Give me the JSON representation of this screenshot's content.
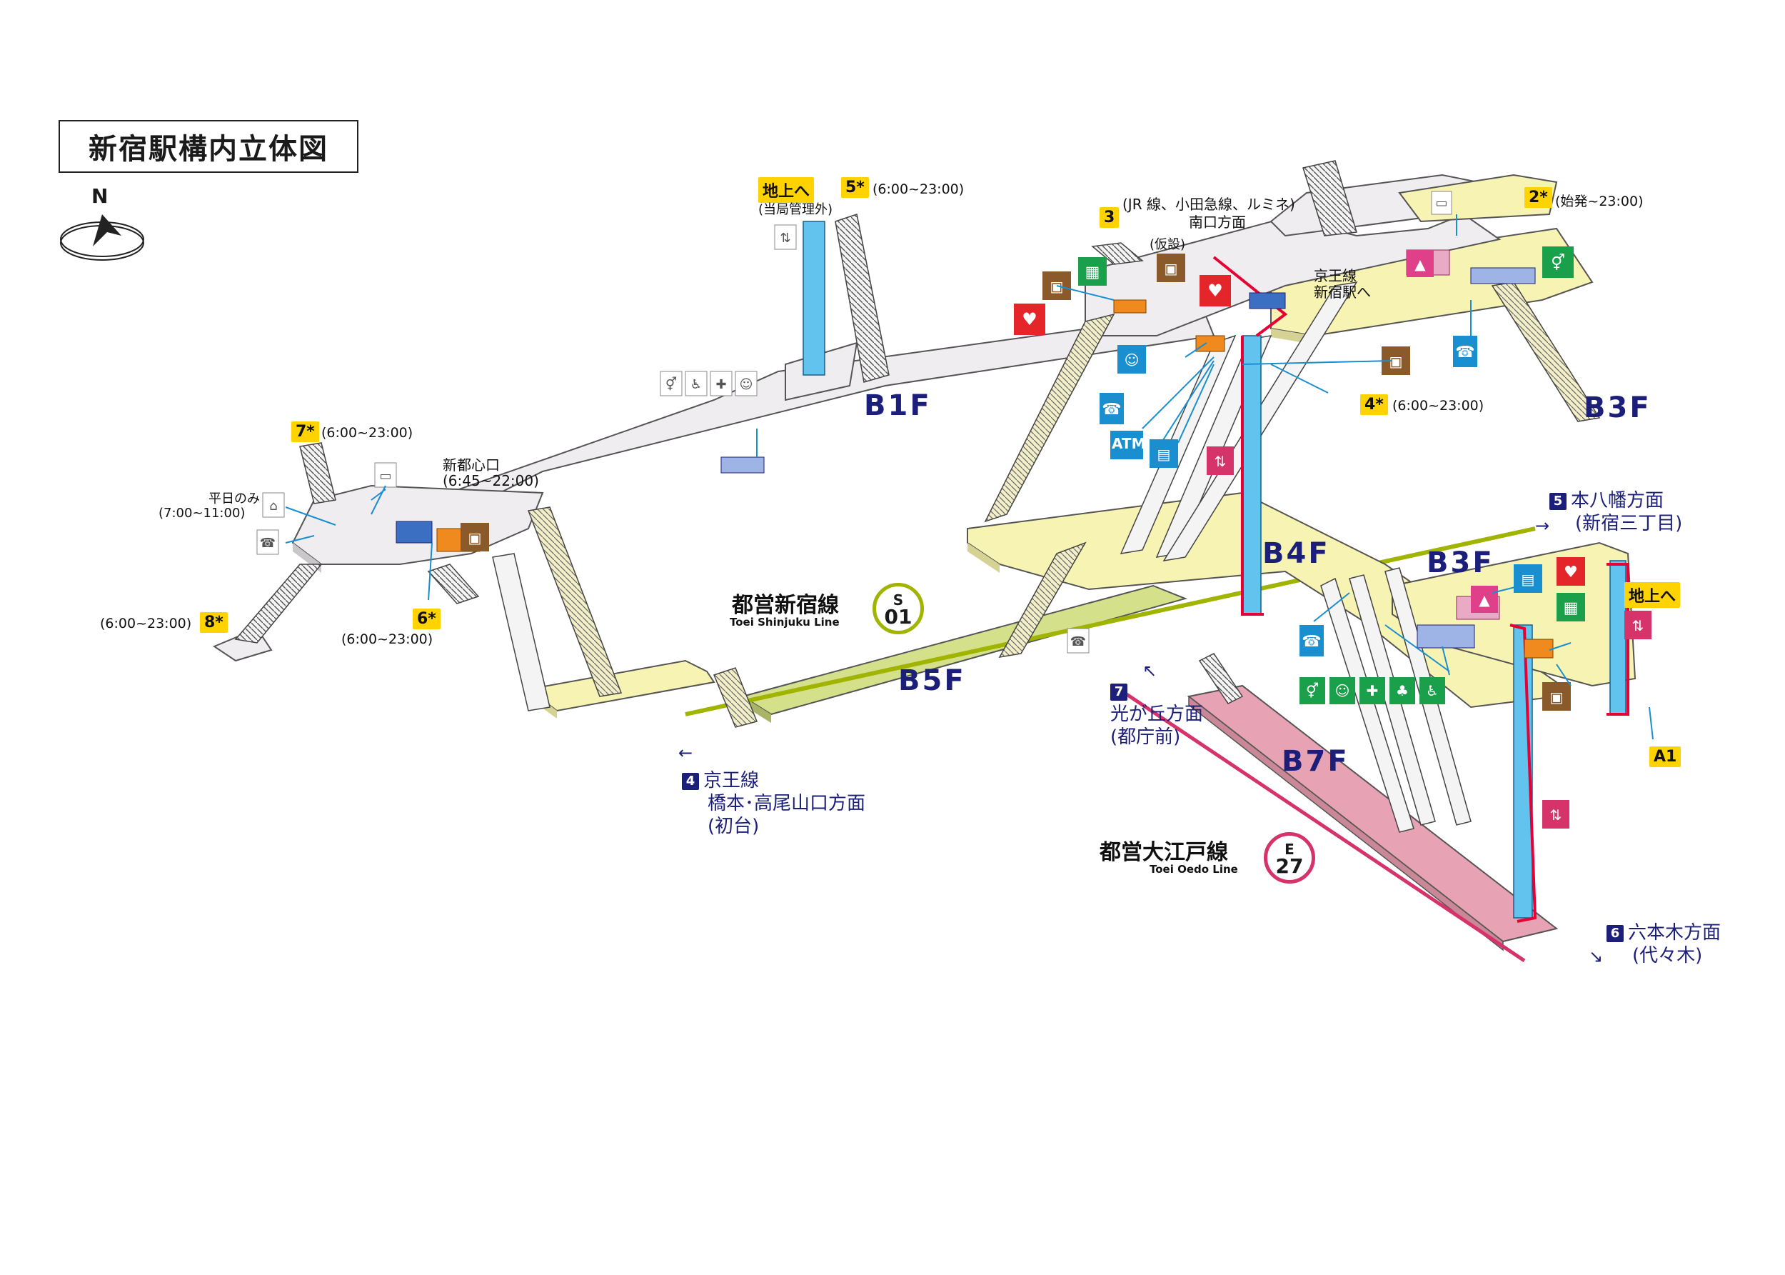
{
  "title": "新宿駅構内立体図",
  "compass": {
    "label": "N"
  },
  "floors": {
    "b1f": "B1F",
    "b3f_top": "B3F",
    "b3f_lower": "B3F",
    "b4f": "B4F",
    "b5f": "B5F",
    "b7f": "B7F"
  },
  "lines": {
    "shinjuku": {
      "name_ja": "都営新宿線",
      "name_en": "Toei Shinjuku Line",
      "code_letter": "S",
      "code_number": "01",
      "color": "#a0b400"
    },
    "oedo": {
      "name_ja": "都営大江戸線",
      "name_en": "Toei Oedo Line",
      "code_letter": "E",
      "code_number": "27",
      "color": "#d6336a"
    }
  },
  "exits": {
    "e5": {
      "label": "5*",
      "hours": "(6:00~23:00)",
      "sign": "地上へ",
      "note": "(当局管理外)"
    },
    "e3": {
      "label": "3"
    },
    "e2": {
      "label": "2*",
      "hours": "(始発~23:00)"
    },
    "e4": {
      "label": "4*",
      "hours": "(6:00~23:00)"
    },
    "e7": {
      "label": "7*",
      "hours": "(6:00~23:00)"
    },
    "e6": {
      "label": "6*",
      "hours": "(6:00~23:00)"
    },
    "e8": {
      "label": "8*",
      "hours": "(6:00~23:00)"
    },
    "a1": {
      "label": "A1",
      "sign": "地上へ"
    }
  },
  "notes": {
    "jr_line1": "(JR 線、小田急線、ルミネ)",
    "jr_line2": "南口方面",
    "temporary": "(仮設)",
    "keio_line1": "京王線",
    "keio_line2": "新宿駅へ",
    "shintoshin1": "新都心口",
    "shintoshin2": "(6:45~22:00)",
    "weekday1": "平日のみ",
    "weekday2": "(7:00~11:00)",
    "atm": "ATM"
  },
  "destinations": {
    "d5": {
      "num": "5",
      "line1": "本八幡方面",
      "line2": "(新宿三丁目)"
    },
    "d4": {
      "num": "4",
      "line1": "京王線",
      "line2": "橋本･高尾山口方面",
      "line3": "(初台)"
    },
    "d7": {
      "num": "7",
      "line1": "光が丘方面",
      "line2": "(都庁前)"
    },
    "d6": {
      "num": "6",
      "line1": "六本木方面",
      "line2": "(代々木)"
    }
  },
  "colors": {
    "corridor": "#efedef",
    "platform_shinjuku": "#d5e08a",
    "platform_oedo": "#e7a2b4",
    "concourse": "#f7f3b2",
    "elevator": "#63c3ef",
    "route": "#e60033",
    "floor_text": "#1c1f7a"
  }
}
